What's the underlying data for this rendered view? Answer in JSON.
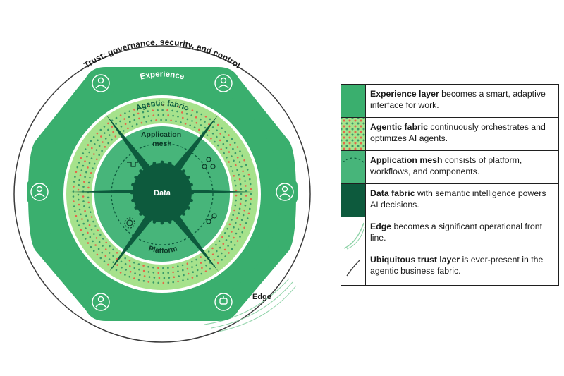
{
  "diagram": {
    "trust_label": "Trust: governance, security, and control",
    "experience_label": "Experience",
    "agentic_label": "Agentic fabric",
    "mesh_label_line1": "Application",
    "mesh_label_line2": "mesh",
    "data_label": "Data",
    "platform_label": "Platform",
    "edge_label": "Edge"
  },
  "legend": {
    "items": [
      {
        "title": "Experience layer",
        "rest": " becomes a smart, adaptive interface for work."
      },
      {
        "title": "Agentic fabric",
        "rest": " continuously orchestrates and optimizes AI agents."
      },
      {
        "title": "Application mesh",
        "rest": " consists of platform, workflows, and components."
      },
      {
        "title": "Data fabric",
        "rest": " with semantic intelligence powers AI decisions."
      },
      {
        "title": "Edge",
        "rest": " becomes a significant operational front line."
      },
      {
        "title": "Ubiquitous trust layer",
        "rest": " is ever-present in the agentic business fabric."
      }
    ]
  },
  "colors": {
    "experience": "#3aaf6e",
    "agentic": "#a6e28c",
    "mesh": "#47b57a",
    "data": "#0d5a3d",
    "dot_red": "#e3684a",
    "dot_green": "#3a9a68",
    "outline": "#1f1f1f"
  },
  "icons": [
    "person-icon",
    "person-icon",
    "person-icon",
    "person-icon",
    "person-icon",
    "robot-icon",
    "workflow-icon",
    "network-icon",
    "gear-icon",
    "component-icon"
  ]
}
